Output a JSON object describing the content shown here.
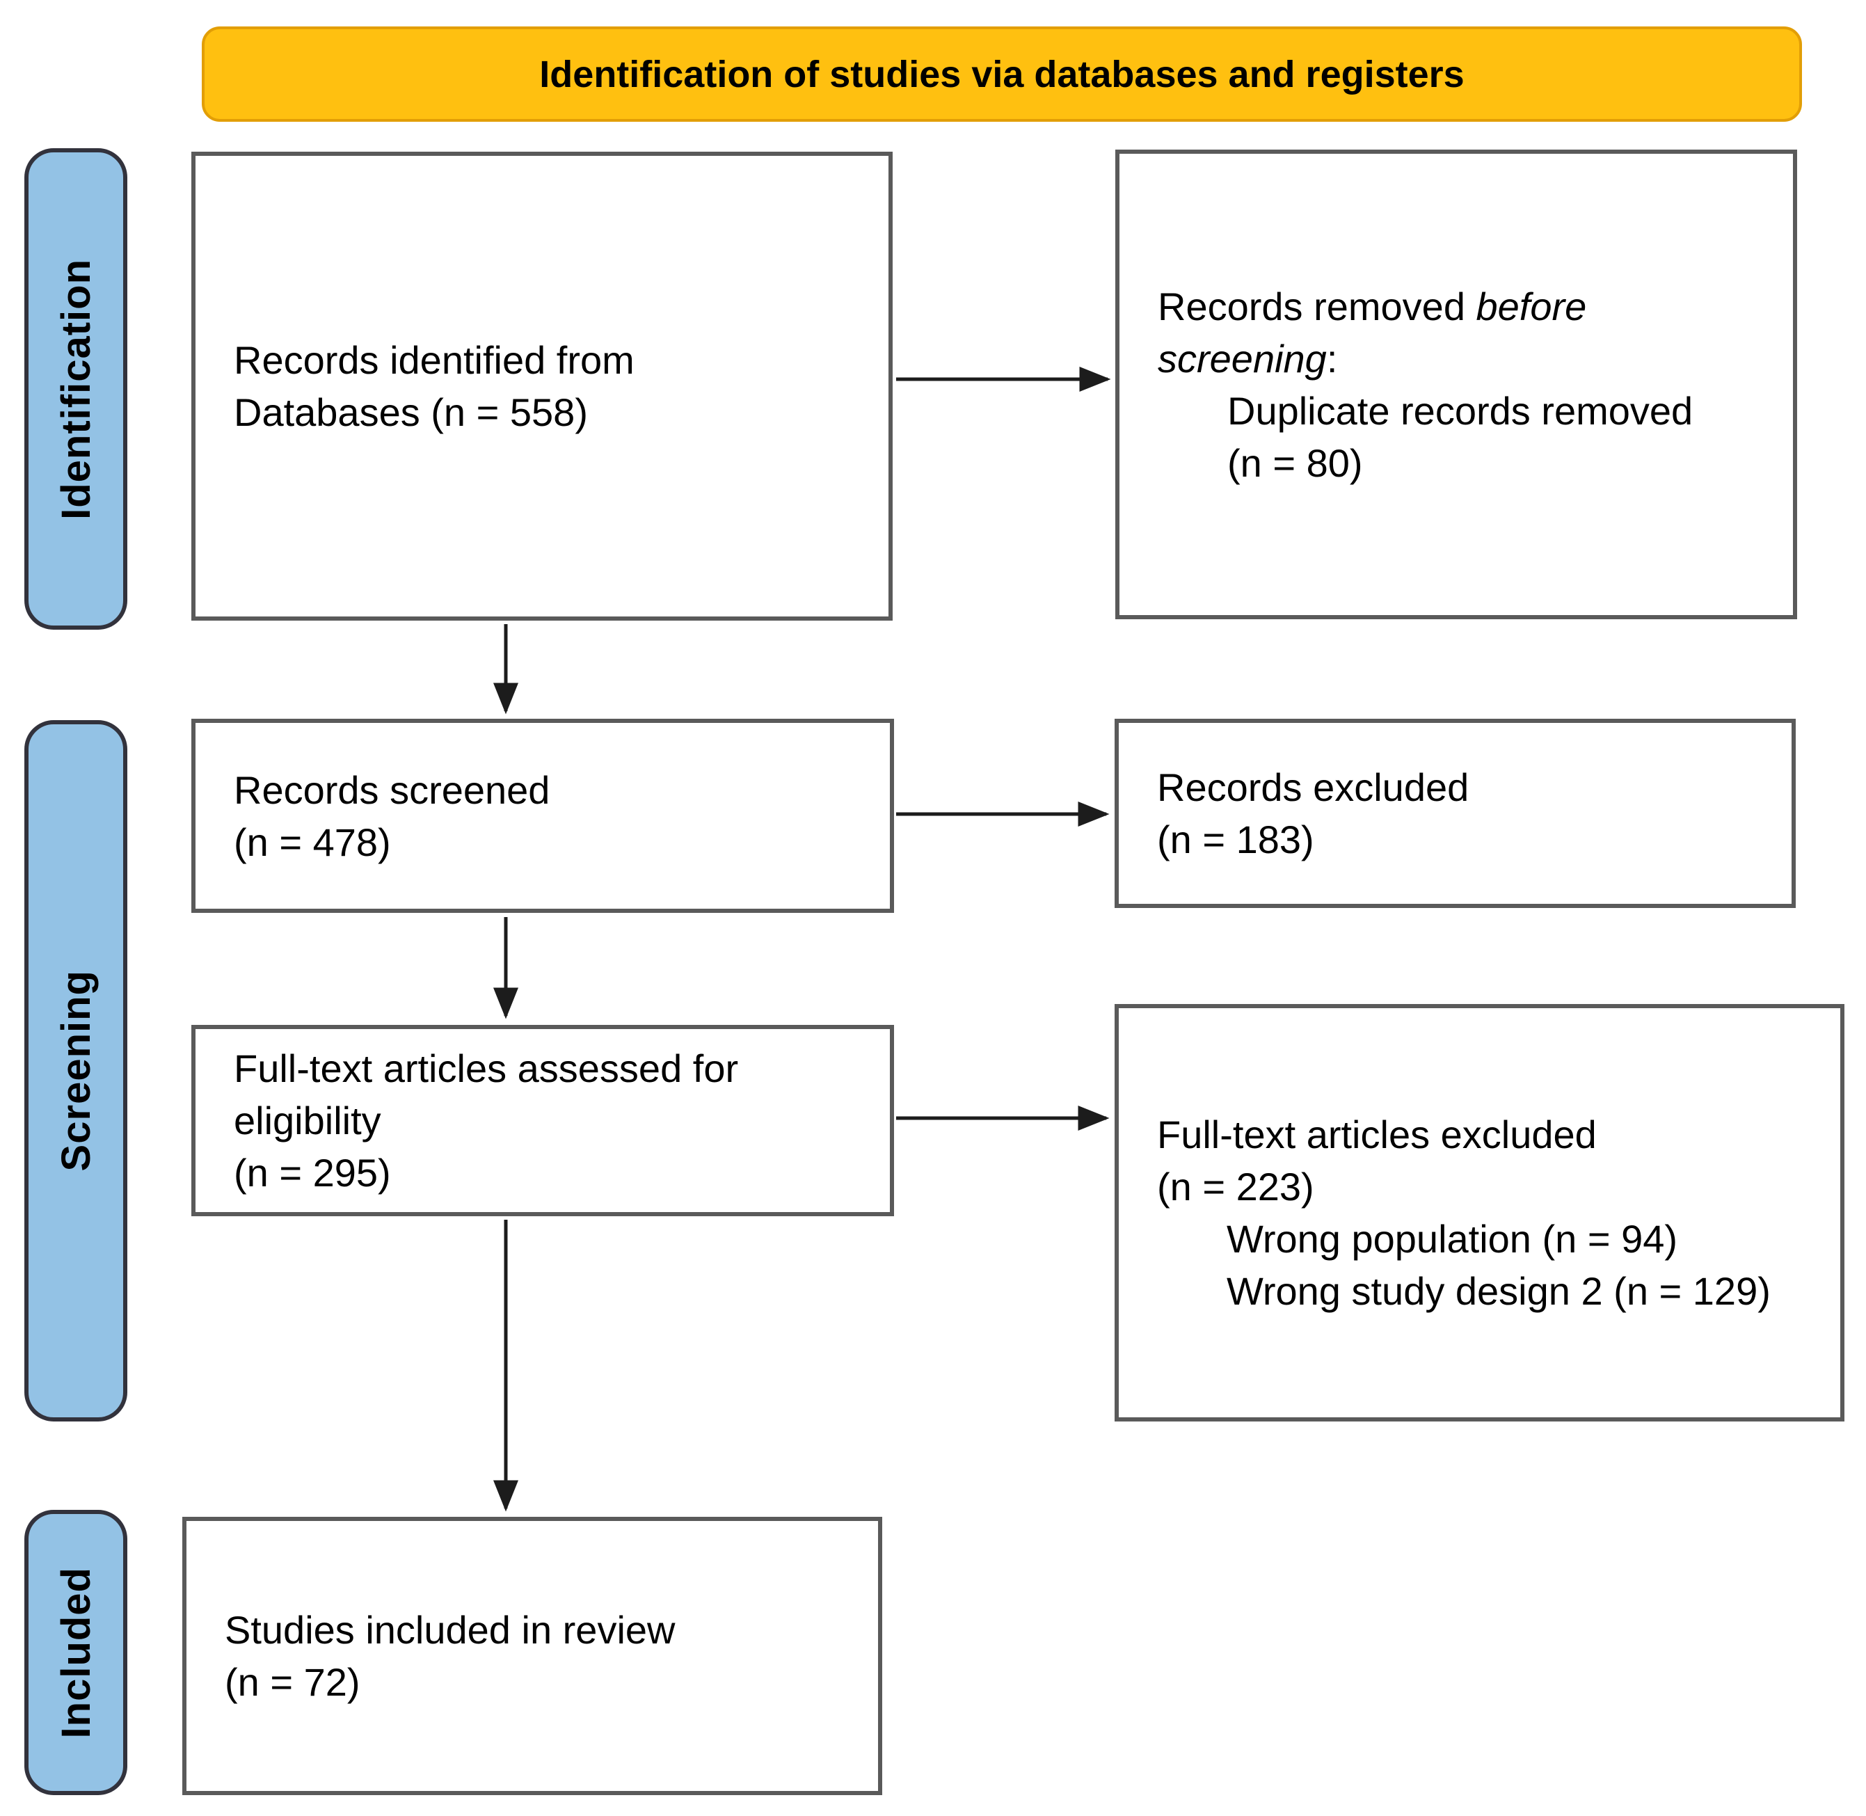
{
  "header": {
    "title": "Identification of studies via databases and registers"
  },
  "stages": [
    {
      "label": "Identification"
    },
    {
      "label": "Screening"
    },
    {
      "label": "Included"
    }
  ],
  "boxes": {
    "records_identified": {
      "line1": "Records identified from",
      "line2": "Databases (n = 558)"
    },
    "records_removed": {
      "line1_normal": "Records removed ",
      "line1_italic": "before",
      "line2_italic": "screening",
      "line2_normal": ":",
      "detail1": "Duplicate records removed",
      "detail2": "(n = 80)"
    },
    "records_screened": {
      "line1": "Records screened",
      "line2": "(n = 478)"
    },
    "records_excluded": {
      "line1": "Records excluded",
      "line2": "(n = 183)"
    },
    "fulltext_assessed": {
      "line1": "Full-text articles assessed for",
      "line2": "eligibility",
      "line3": "(n = 295)"
    },
    "fulltext_excluded": {
      "line1": "Full-text articles excluded",
      "line2": "(n = 223)",
      "detail1": "Wrong population (n = 94)",
      "detail2": "Wrong study design 2 (n = 129)"
    },
    "studies_included": {
      "line1": "Studies included in review",
      "line2": "(n = 72)"
    }
  },
  "colors": {
    "banner_fill": "#FFC010",
    "banner_border": "#E29E06",
    "stage_fill": "#93C2E5",
    "stage_border": "#32323C",
    "box_border": "#5A5A5A",
    "arrow": "#1C1C1C",
    "text": "#000000"
  }
}
